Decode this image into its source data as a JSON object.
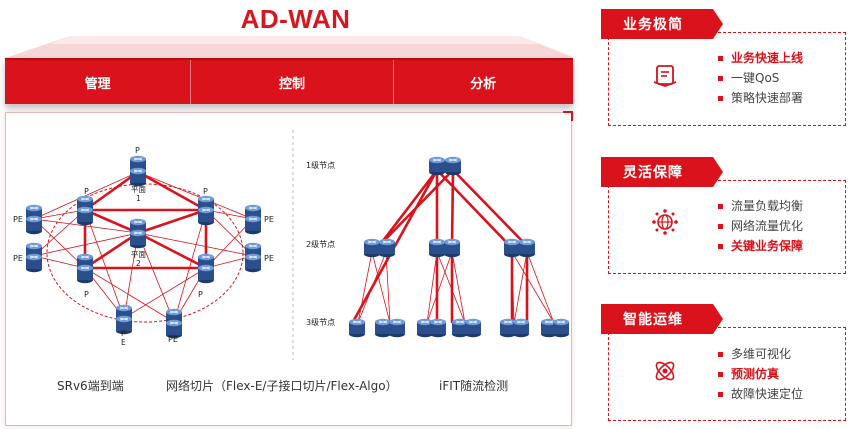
{
  "title": "AD-WAN",
  "tabs": [
    "管理",
    "控制",
    "分析"
  ],
  "diagram": {
    "node_labels": {
      "p_top": "P",
      "p_left_up": "P",
      "p_right_up": "P",
      "plane1": "平面\n1",
      "plane2": "平面\n2",
      "p_left_down": "P",
      "p_right_down": "P",
      "pe_left_up": "PE",
      "pe_left_down": "PE",
      "pe_right_up": "PE",
      "pe_right_down": "PE",
      "pe_bottom_left": "P\nE",
      "pe_bottom_right": "PE"
    },
    "levels": [
      "1级节点",
      "2级节点",
      "3级节点"
    ]
  },
  "captions": [
    "SRv6端到端",
    "网络切片（Flex-E/子接口切片/Flex-Algo）",
    "iFIT随流检测"
  ],
  "cards": [
    {
      "title": "业务极简",
      "icon": "document-stack-icon",
      "items": [
        {
          "text": "业务快速上线",
          "highlight": true
        },
        {
          "text": "一键QoS",
          "highlight": false
        },
        {
          "text": "策略快速部署",
          "highlight": false
        }
      ]
    },
    {
      "title": "灵活保障",
      "icon": "globe-network-icon",
      "items": [
        {
          "text": "流量负载均衡",
          "highlight": false
        },
        {
          "text": "网络流量优化",
          "highlight": false
        },
        {
          "text": "关键业务保障",
          "highlight": true
        }
      ]
    },
    {
      "title": "智能运维",
      "icon": "atom-orbit-icon",
      "items": [
        {
          "text": "多维可视化",
          "highlight": false
        },
        {
          "text": "预测仿真",
          "highlight": true
        },
        {
          "text": "故障快速定位",
          "highlight": false
        }
      ]
    }
  ],
  "colors": {
    "accent": "#d9121b",
    "router": "#2b4f8c"
  }
}
